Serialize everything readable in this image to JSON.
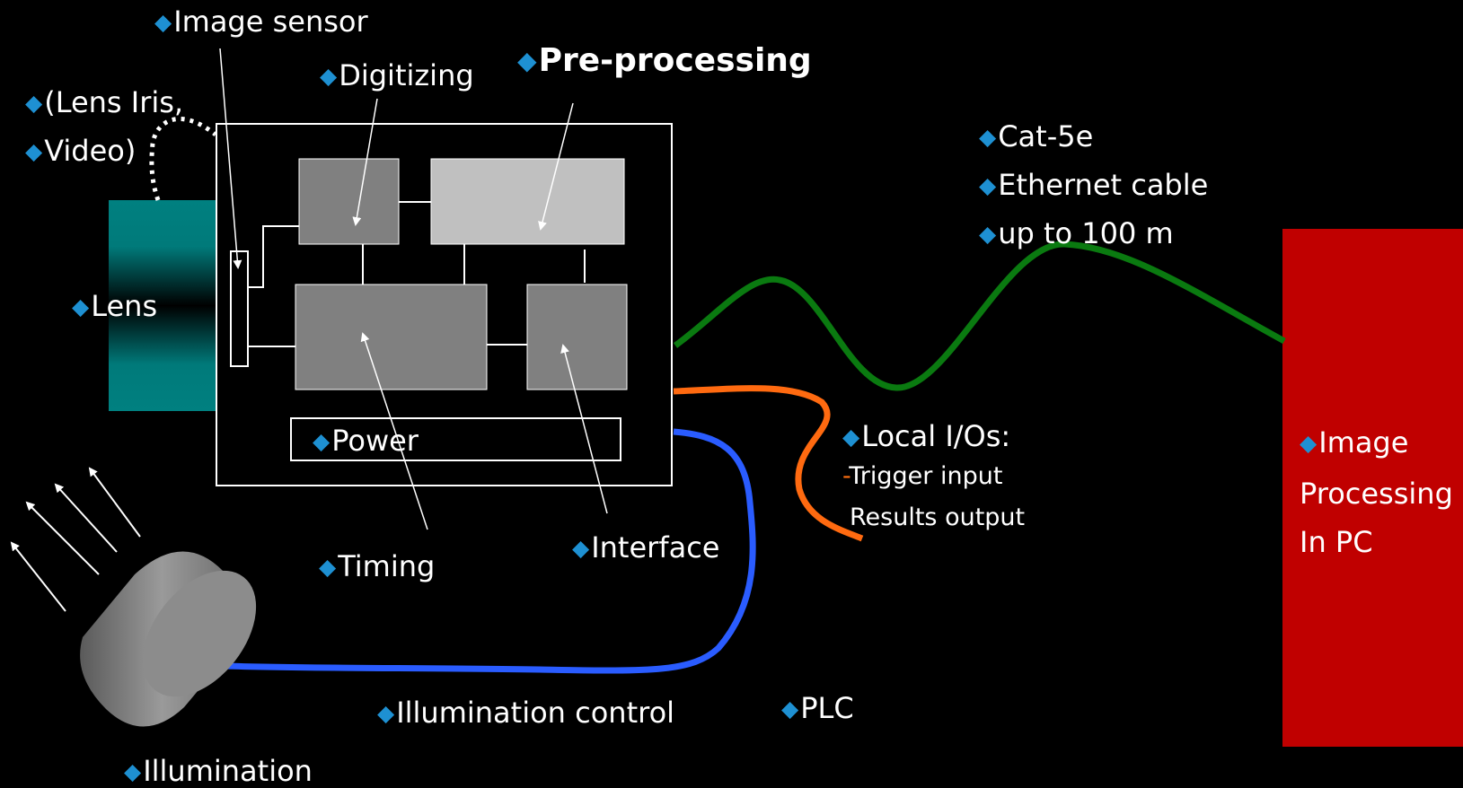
{
  "colors": {
    "background": "#000000",
    "bullet": "#1e90d2",
    "lens": "#008080",
    "pc_box": "#c00000",
    "ethernet_cable": "#0a7a10",
    "io_cable": "#ff6a10",
    "illumination_cable": "#2a5cff"
  },
  "labels": {
    "image_sensor": "Image sensor",
    "digitizing": "Digitizing",
    "pre_processing": "Pre-processing",
    "lens_iris": "(Lens Iris,",
    "video": "Video)",
    "lens": "Lens",
    "power": "Power",
    "timing": "Timing",
    "interface": "Interface",
    "illumination": "Illumination",
    "illumination_control": "Illumination control",
    "plc": "PLC",
    "cat5e": "Cat-5e",
    "ethernet_cable": "Ethernet cable",
    "up_to_100m": "up to 100 m",
    "local_ios": "Local I/Os:",
    "trigger_input": "Trigger input",
    "results_output": "Results output",
    "pc_line1": "Image",
    "pc_line2": "Processing",
    "pc_line3": "In PC"
  }
}
